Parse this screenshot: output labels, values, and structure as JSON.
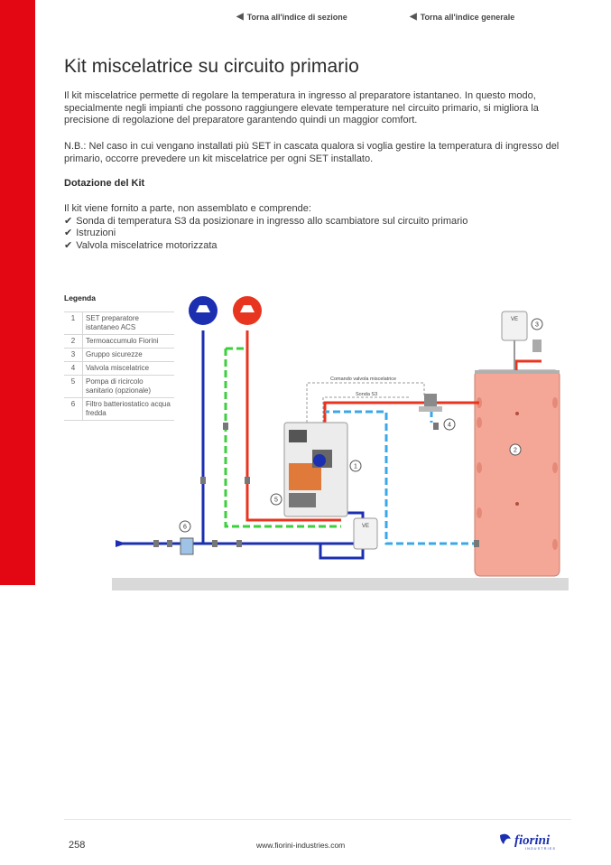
{
  "nav": {
    "section_index": "Torna all'indice di sezione",
    "general_index": "Torna all'indice generale"
  },
  "title": "Kit miscelatrice su circuito primario",
  "intro": "Il kit miscelatrice permette di regolare la temperatura in ingresso al preparatore istantaneo. In questo modo, specialmente negli impianti che possono raggiungere elevate temperature nel circuito primario, si migliora la precisione di regolazione del preparatore garantendo quindi un maggior comfort.",
  "note": "N.B.: Nel caso in cui vengano installati più SET in cascata qualora si voglia gestire la temperatura di ingresso del primario, occorre prevedere un kit miscelatrice per ogni SET installato.",
  "kit": {
    "heading": "Dotazione del Kit",
    "intro": "Il kit viene fornito a parte, non assemblato e comprende:",
    "check": "✔",
    "items": [
      "Sonda di temperatura S3 da posizionare in ingresso allo scambiatore sul circuito primario",
      "Istruzioni",
      "Valvola miscelatrice motorizzata"
    ]
  },
  "legend": {
    "title": "Legenda",
    "rows": [
      {
        "num": "1",
        "text": "SET preparatore istantaneo ACS"
      },
      {
        "num": "2",
        "text": "Termoaccumulo Fiorini"
      },
      {
        "num": "3",
        "text": "Gruppo sicurezze"
      },
      {
        "num": "4",
        "text": "Valvola miscelatrice"
      },
      {
        "num": "5",
        "text": "Pompa di ricircolo sanitario (opzionale)"
      },
      {
        "num": "6",
        "text": "Filtro batteriostatico acqua fredda"
      }
    ]
  },
  "diagram": {
    "comando_label": "Comando valvola miscelatrice",
    "sonda_label": "Sonda S3",
    "ve_label": "VE",
    "callouts": [
      "1",
      "2",
      "3",
      "4",
      "5",
      "6"
    ],
    "colors": {
      "hot": "#e8351f",
      "cold": "#1b2fb0",
      "recirc": "#3ccf3c",
      "primary_return": "#3aa8e8",
      "tank": "#f4a796",
      "floor": "#d9d9d9",
      "control": "#999999"
    }
  },
  "footer": {
    "page_number": "258",
    "website": "www.fiorini-industries.com",
    "logo_text": "fiorini",
    "logo_sub": "INDUSTRIES"
  }
}
